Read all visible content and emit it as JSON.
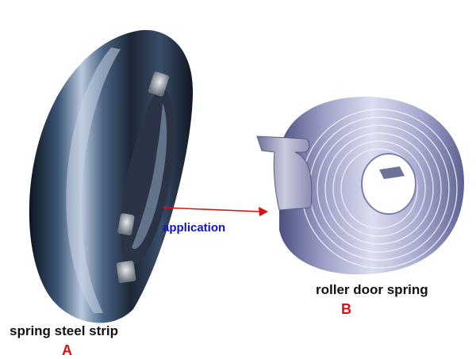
{
  "items": {
    "a": {
      "name": "spring steel strip",
      "letter": "A"
    },
    "b": {
      "name": "roller door spring",
      "letter": "B"
    }
  },
  "connector": {
    "label": "application"
  },
  "colors": {
    "letter": "#e01010",
    "connector_label": "#1010c8",
    "arrow": "#e01010",
    "strip_dark": "#1b2433",
    "strip_mid": "#3f5878",
    "strip_light": "#a9b9cf",
    "spring_light": "#d6d8ec",
    "spring_mid": "#9fa3c9",
    "spring_dark": "#5d6190"
  }
}
